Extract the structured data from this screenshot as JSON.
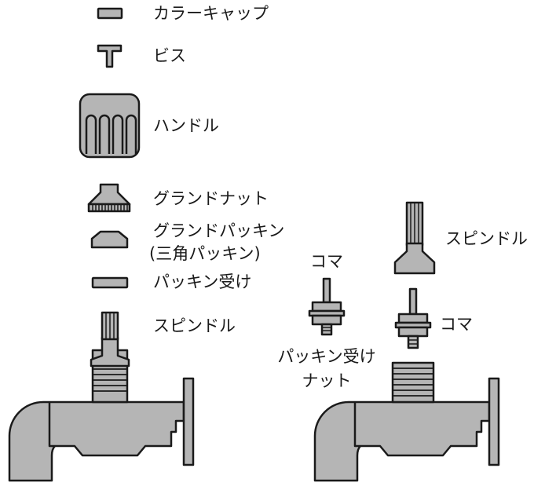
{
  "colors": {
    "part_fill": "#b5b5b5",
    "outline": "#1a1a1a",
    "thread_fill": "#9f9f9f",
    "background": "#ffffff"
  },
  "labels": {
    "color_cap": "カラーキャップ",
    "screw": "ビス",
    "handle": "ハンドル",
    "gland_nut": "グランドナット",
    "gland_packing_line1": "グランドパッキン",
    "gland_packing_line2": "(三角パッキン)",
    "packing_seat": "パッキン受け",
    "spindle_left": "スピンドル",
    "koma_upper": "コマ",
    "spindle_right": "スピンドル",
    "koma_right": "コマ",
    "packing_seat_nut_line1": "パッキン受け",
    "packing_seat_nut_line2": "ナット"
  }
}
